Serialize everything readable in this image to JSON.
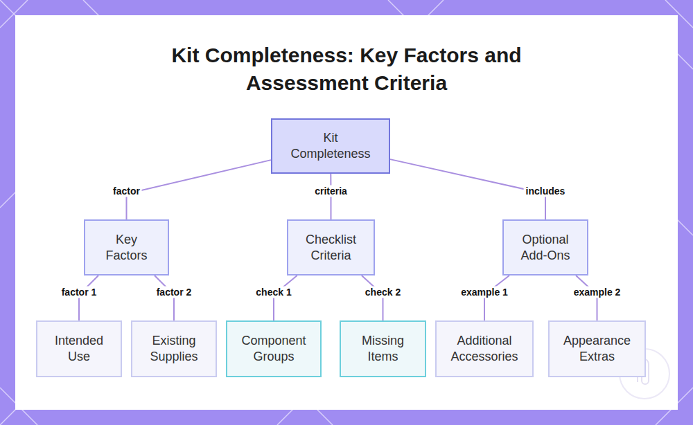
{
  "diagram": {
    "title": "Kit Completeness: Key Factors and Assessment Criteria",
    "nodes": [
      {
        "text": [
          "Kit Completeness"
        ]
      },
      {
        "text": [
          "Key Factors"
        ]
      },
      {
        "text": [
          "Checklist Criteria"
        ]
      },
      {
        "text": [
          "Optional Add-Ons"
        ]
      },
      {
        "text": [
          "Intended Use"
        ]
      },
      {
        "text": [
          "Existing Supplies"
        ]
      },
      {
        "text": [
          "Component Groups"
        ]
      },
      {
        "text": [
          "Missing Items"
        ]
      },
      {
        "text": [
          "Additional Accessories"
        ]
      },
      {
        "text": [
          "Appearance Extras"
        ]
      }
    ],
    "edges": [
      {
        "from": 0,
        "to": 1,
        "label": "factor",
        "arrow": "none"
      },
      {
        "from": 0,
        "to": 2,
        "label": "criteria",
        "arrow": "none"
      },
      {
        "from": 0,
        "to": 3,
        "label": "includes",
        "arrow": "none"
      },
      {
        "from": 1,
        "to": 4,
        "label": "factor 1",
        "arrow": "none"
      },
      {
        "from": 1,
        "to": 5,
        "label": "factor 2",
        "arrow": "none"
      },
      {
        "from": 2,
        "to": 6,
        "label": "check 1",
        "arrow": "none"
      },
      {
        "from": 2,
        "to": 7,
        "label": "check 2",
        "arrow": "none"
      },
      {
        "from": 3,
        "to": 8,
        "label": "example 1",
        "arrow": "none"
      },
      {
        "from": 3,
        "to": 9,
        "label": "example 2",
        "arrow": "none"
      }
    ]
  }
}
